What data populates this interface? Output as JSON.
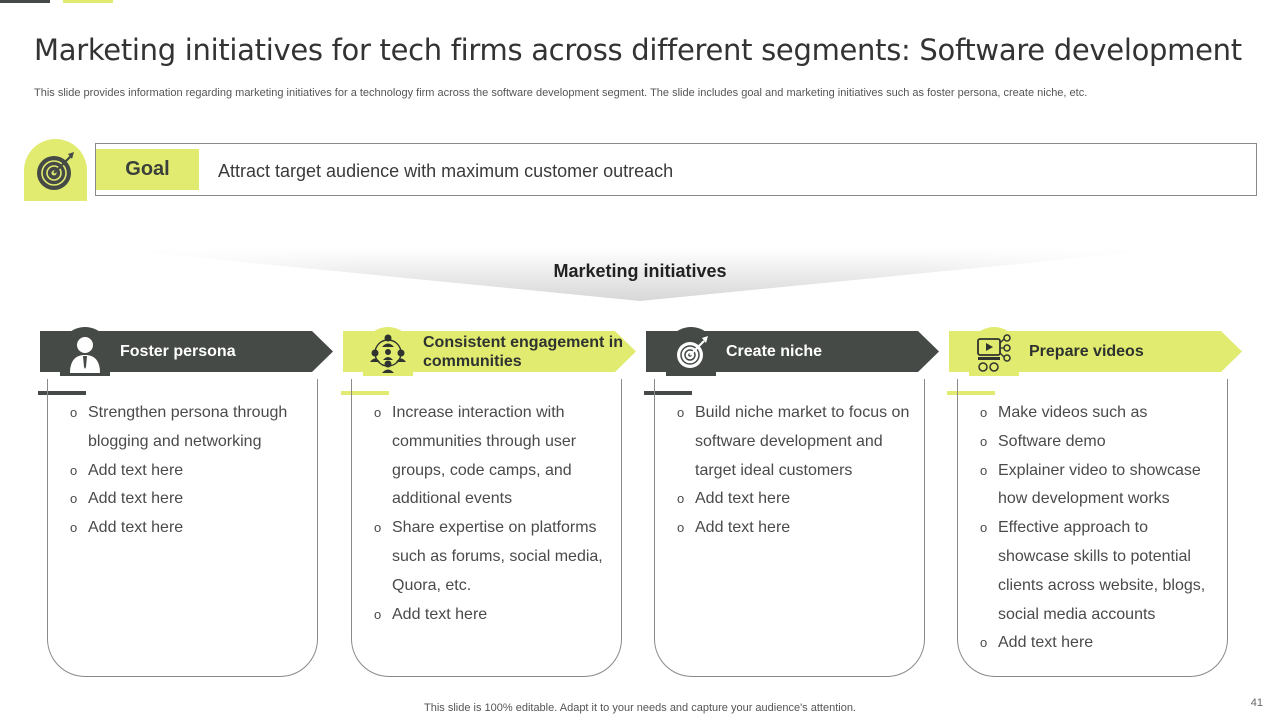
{
  "slide": {
    "title": "Marketing initiatives for tech firms across different segments: Software development",
    "subtitle": "This slide provides information regarding marketing initiatives for a technology firm across the software development segment. The slide includes goal and marketing initiatives such as foster persona, create niche, etc.",
    "footer": "This slide is 100% editable. Adapt it to your needs and capture your audience's attention.",
    "page_number": "41"
  },
  "goal": {
    "label": "Goal",
    "text": "Attract target audience with  maximum customer outreach",
    "icon": "target-icon"
  },
  "initiatives_heading": "Marketing initiatives",
  "colors": {
    "dark": "#454a46",
    "lime": "#e0eb6f",
    "border": "#8a8a8a"
  },
  "columns": [
    {
      "title": "Foster persona",
      "icon": "person-icon",
      "theme": "dark",
      "bullets": [
        "Strengthen persona through blogging and networking",
        "Add text here",
        "Add text here",
        "Add text here"
      ]
    },
    {
      "title": "Consistent engagement in communities",
      "icon": "community-icon",
      "theme": "lime",
      "bullets": [
        "Increase interaction with communities through user groups, code camps, and additional events",
        "Share expertise on platforms such as forums, social media, Quora, etc.",
        "Add text here"
      ]
    },
    {
      "title": "Create niche",
      "icon": "target-icon",
      "theme": "dark",
      "bullets": [
        "Build niche market to focus on software development and target ideal customers",
        "Add text here",
        "Add text here"
      ]
    },
    {
      "title": "Prepare videos",
      "icon": "video-icon",
      "theme": "lime",
      "bullets": [
        "Make videos such as",
        "Software demo",
        "Explainer video to showcase how development works",
        "Effective approach to showcase skills to potential clients across website, blogs, social media accounts",
        "Add text here"
      ]
    }
  ]
}
